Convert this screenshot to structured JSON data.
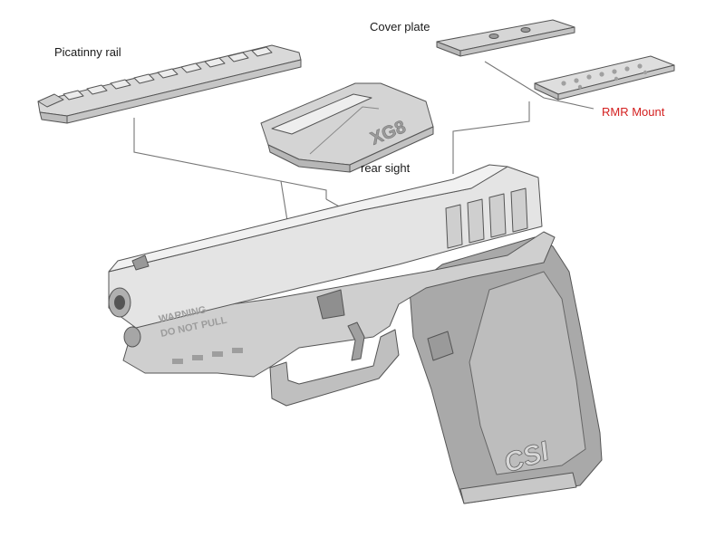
{
  "labels": {
    "picatinny_rail": "Picatinny rail",
    "cover_plate": "Cover plate",
    "rmr_mount": "RMR Mount",
    "rear_sight": "rear sight"
  },
  "imprints": {
    "warning_line1": "WARNING",
    "warning_line2": "DO NOT PULL",
    "rear_sight_logo": "XG8",
    "grip_logo": "CSI"
  },
  "colors": {
    "highlight_label": "#d42020",
    "part_fill": "#dcdcdc",
    "part_dark": "#8f8f8f",
    "grip_fill": "#a9a9a9",
    "outline": "#555555",
    "leader_line": "#777777"
  }
}
